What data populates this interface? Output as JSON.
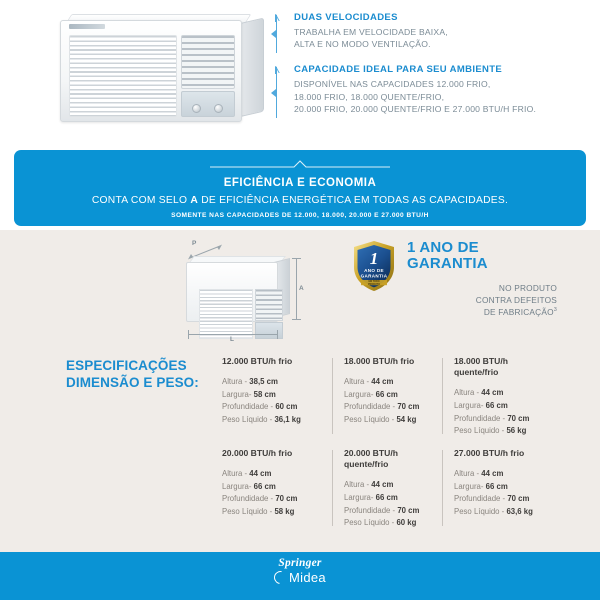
{
  "top": {
    "product_image_alt": "air-conditioner-window-unit",
    "features": [
      {
        "title": "DUAS VELOCIDADES",
        "body": "TRABALHA EM VELOCIDADE BAIXA,\nALTA E NO MODO VENTILAÇÃO."
      },
      {
        "title": "CAPACIDADE IDEAL PARA SEU AMBIENTE",
        "body": "DISPONÍVEL NAS CAPACIDADES 12.000 FRIO,\n18.000 FRIO, 18.000 QUENTE/FRIO,\n20.000 FRIO, 20.000 QUENTE/FRIO E 27.000 BTU/H FRIO."
      }
    ]
  },
  "banner": {
    "title": "EFICIÊNCIA E ECONOMIA",
    "subtitle_before": "CONTA COM SELO ",
    "subtitle_bold": "A",
    "subtitle_after": " DE EFICIÊNCIA ENERGÉTICA EM TODAS AS CAPACIDADES.",
    "fine_print": "SOMENTE NAS CAPACIDADES DE 12.000, 18.000, 20.000 E 27.000 BTU/H",
    "color": "#0a93d4"
  },
  "diagram": {
    "label_depth": "P",
    "label_height": "A",
    "label_length": "L"
  },
  "warranty": {
    "badge_number": "1",
    "badge_line1": "ANO DE",
    "badge_line2": "GARANTIA",
    "badge_fine1": "EM TODO",
    "badge_fine2": "PRODUTO",
    "title": "1 ANO DE\nGARANTIA",
    "body": "NO PRODUTO\nCONTRA DEFEITOS\nDE FABRICAÇÃO",
    "footnote_marker": "3"
  },
  "specs": {
    "title": "ESPECIFICAÇÕES\nDIMENSÃO E PESO:",
    "cells": [
      {
        "head": "12.000 BTU/h frio",
        "lines": [
          {
            "label": "Altura - ",
            "value": "38,5 cm"
          },
          {
            "label": "Largura- ",
            "value": "58 cm"
          },
          {
            "label": "Profundidade - ",
            "value": "60 cm"
          },
          {
            "label": "Peso Líquido - ",
            "value": "36,1 kg"
          }
        ]
      },
      {
        "head": "18.000 BTU/h frio",
        "lines": [
          {
            "label": "Altura - ",
            "value": "44 cm"
          },
          {
            "label": "Largura- ",
            "value": "66 cm"
          },
          {
            "label": "Profundidade - ",
            "value": "70 cm"
          },
          {
            "label": "Peso Líquido - ",
            "value": "54 kg"
          }
        ]
      },
      {
        "head": "18.000 BTU/h\nquente/frio",
        "lines": [
          {
            "label": "Altura - ",
            "value": "44 cm"
          },
          {
            "label": "Largura- ",
            "value": "66 cm"
          },
          {
            "label": "Profundidade - ",
            "value": "70 cm"
          },
          {
            "label": "Peso Líquido - ",
            "value": "56 kg"
          }
        ]
      },
      {
        "head": "20.000 BTU/h frio",
        "lines": [
          {
            "label": "Altura - ",
            "value": "44 cm"
          },
          {
            "label": "Largura- ",
            "value": "66 cm"
          },
          {
            "label": "Profundidade - ",
            "value": "70 cm"
          },
          {
            "label": "Peso Líquido - ",
            "value": "58 kg"
          }
        ]
      },
      {
        "head": "20.000 BTU/h\nquente/frio",
        "lines": [
          {
            "label": "Altura - ",
            "value": "44 cm"
          },
          {
            "label": "Largura- ",
            "value": "66 cm"
          },
          {
            "label": "Profundidade - ",
            "value": "70 cm"
          },
          {
            "label": "Peso Líquido - ",
            "value": "60 kg"
          }
        ]
      },
      {
        "head": "27.000 BTU/h frio",
        "lines": [
          {
            "label": "Altura - ",
            "value": "44 cm"
          },
          {
            "label": "Largura- ",
            "value": "66 cm"
          },
          {
            "label": "Profundidade - ",
            "value": "70 cm"
          },
          {
            "label": "Peso Líquido - ",
            "value": "63,6 kg"
          }
        ]
      }
    ]
  },
  "footer": {
    "brand_top": "Springer",
    "brand_bottom": "Midea",
    "color": "#0a93d4"
  }
}
